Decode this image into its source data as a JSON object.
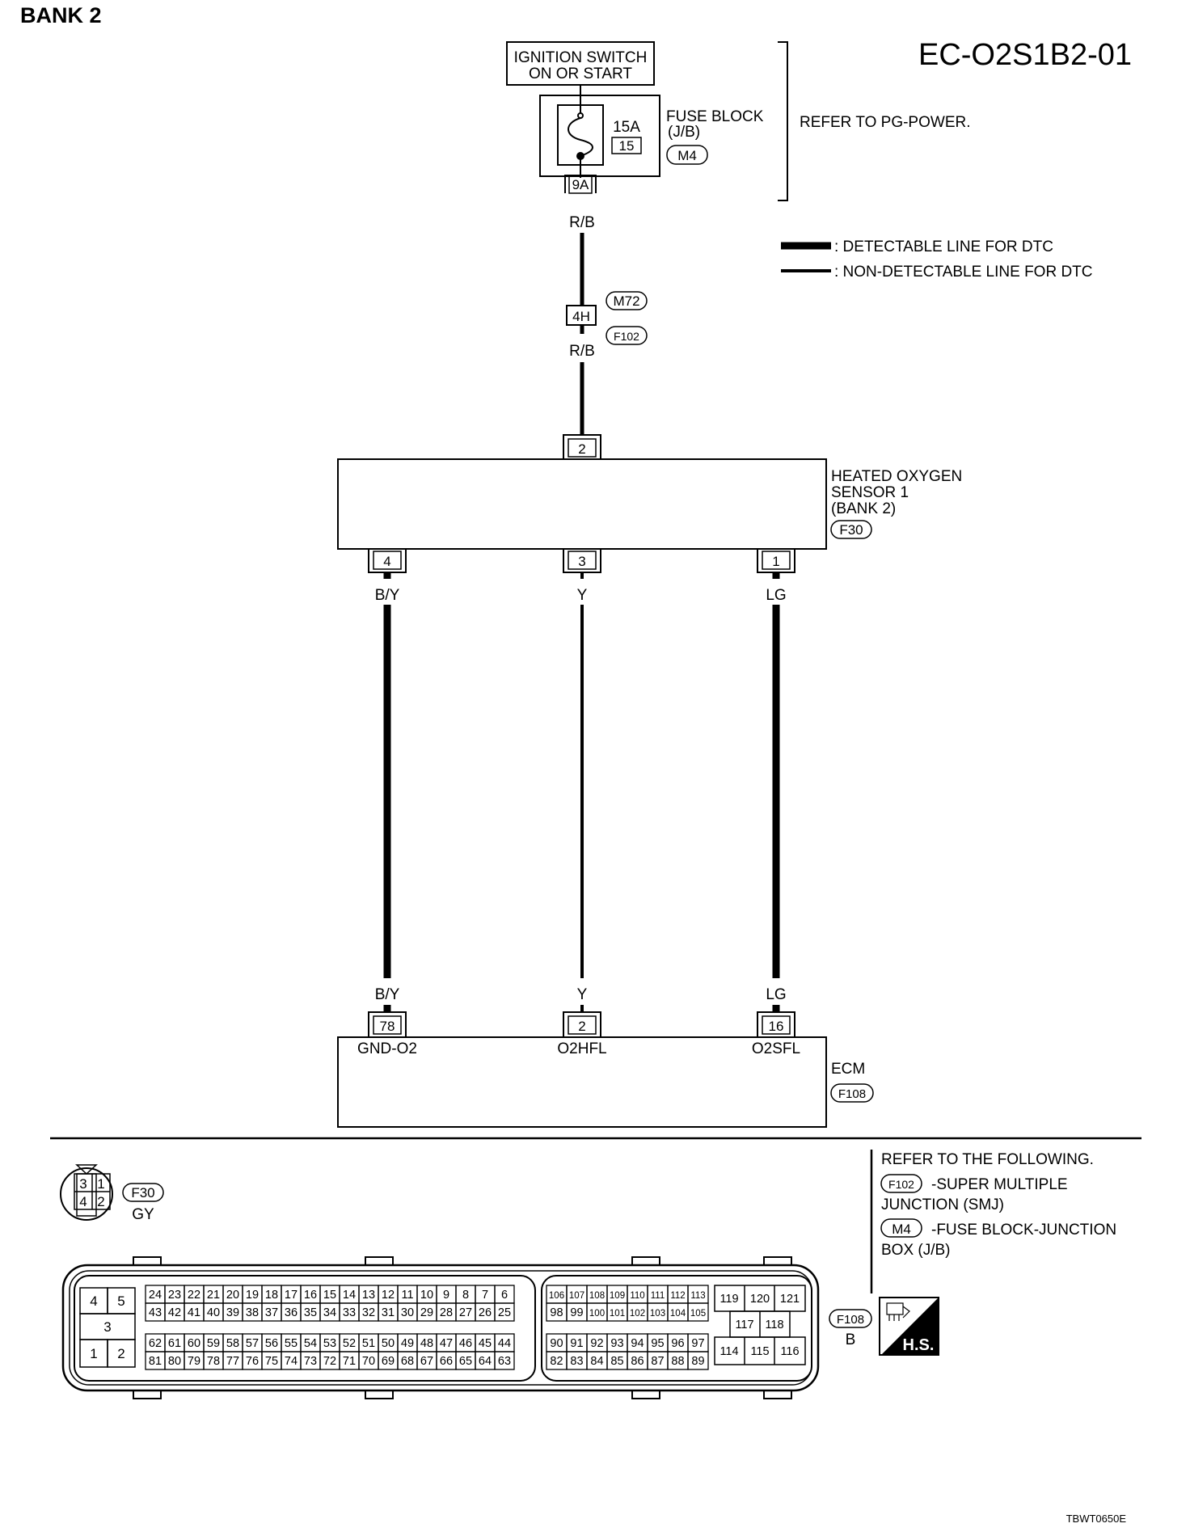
{
  "header": {
    "bank": "BANK 2",
    "diagram_id": "EC-O2S1B2-01",
    "footer_code": "TBWT0650E"
  },
  "ignition": {
    "line1": "IGNITION SWITCH",
    "line2": "ON OR START"
  },
  "fuse_block": {
    "title": "FUSE BLOCK",
    "sub": "(J/B)",
    "fuse_rating": "15A",
    "fuse_number": "15",
    "connector": "M4",
    "terminal": "9A"
  },
  "refer_power": "REFER TO PG-POWER.",
  "legend": {
    "detectable": ": DETECTABLE LINE FOR DTC",
    "non_detectable": ": NON-DETECTABLE LINE FOR DTC"
  },
  "wires": {
    "power_top": "R/B",
    "power_bottom": "R/B",
    "sensor_gnd": "B/Y",
    "sensor_heater": "Y",
    "sensor_signal": "LG"
  },
  "joint": {
    "terminal": "4H",
    "upper_connector": "M72",
    "lower_connector": "F102"
  },
  "sensor": {
    "line1": "HEATED OXYGEN",
    "line2": "SENSOR 1",
    "line3": "(BANK 2)",
    "connector": "F30",
    "pin_top": "2",
    "pins_bottom": [
      "4",
      "3",
      "1"
    ]
  },
  "ecm": {
    "title": "ECM",
    "connector": "F108",
    "pins": [
      "78",
      "2",
      "16"
    ],
    "pin_labels": [
      "GND-O2",
      "O2HFL",
      "O2SFL"
    ]
  },
  "refer_following": {
    "title": "REFER TO THE FOLLOWING.",
    "item1_connector": "F102",
    "item1_line1": "-SUPER MULTIPLE",
    "item1_line2": "JUNCTION (SMJ)",
    "item2_connector": "M4",
    "item2_line1": "-FUSE BLOCK-JUNCTION",
    "item2_line2": "BOX (J/B)"
  },
  "f30_view": {
    "connector": "F30",
    "color": "GY",
    "pins": [
      "3",
      "1",
      "4",
      "2"
    ]
  },
  "f108_view": {
    "connector": "F108",
    "color": "B",
    "left_block": [
      "4",
      "5",
      "3",
      "1",
      "2"
    ],
    "row1": [
      "24",
      "23",
      "22",
      "21",
      "20",
      "19",
      "18",
      "17",
      "16",
      "15",
      "14",
      "13",
      "12",
      "11",
      "10",
      "9",
      "8",
      "7",
      "6"
    ],
    "row2": [
      "43",
      "42",
      "41",
      "40",
      "39",
      "38",
      "37",
      "36",
      "35",
      "34",
      "33",
      "32",
      "31",
      "30",
      "29",
      "28",
      "27",
      "26",
      "25"
    ],
    "row3": [
      "62",
      "61",
      "60",
      "59",
      "58",
      "57",
      "56",
      "55",
      "54",
      "53",
      "52",
      "51",
      "50",
      "49",
      "48",
      "47",
      "46",
      "45",
      "44"
    ],
    "row4": [
      "81",
      "80",
      "79",
      "78",
      "77",
      "76",
      "75",
      "74",
      "73",
      "72",
      "71",
      "70",
      "69",
      "68",
      "67",
      "66",
      "65",
      "64",
      "63"
    ],
    "mid_row1": [
      "106",
      "107",
      "108",
      "109",
      "110",
      "111",
      "112",
      "113"
    ],
    "mid_row2": [
      "98",
      "99",
      "100",
      "101",
      "102",
      "103",
      "104",
      "105"
    ],
    "mid_row3": [
      "90",
      "91",
      "92",
      "93",
      "94",
      "95",
      "96",
      "97"
    ],
    "mid_row4": [
      "82",
      "83",
      "84",
      "85",
      "86",
      "87",
      "88",
      "89"
    ],
    "right_block": [
      "119",
      "120",
      "121",
      "117",
      "118",
      "114",
      "115",
      "116"
    ]
  },
  "hs_badge": "H.S."
}
